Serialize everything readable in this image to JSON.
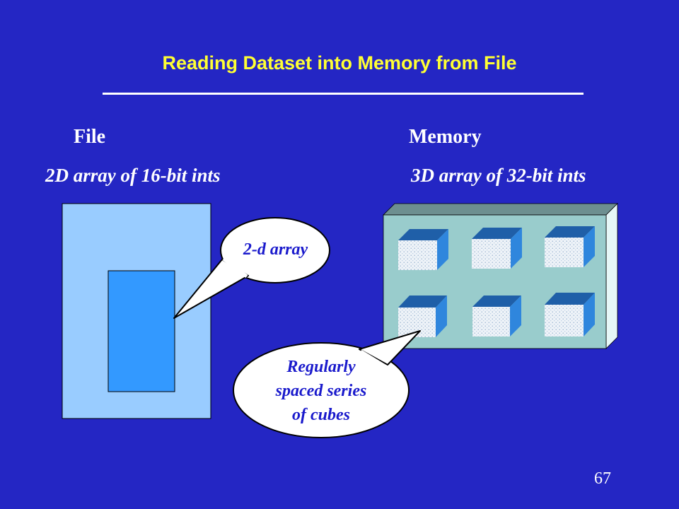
{
  "slide": {
    "title": "Reading Dataset into Memory from File",
    "page_number": "67"
  },
  "file_side": {
    "heading": "File",
    "subheading": "2D array of 16-bit ints"
  },
  "memory_side": {
    "heading": "Memory",
    "subheading": "3D array of 32-bit ints"
  },
  "callouts": {
    "array_label": "2-d array",
    "cubes_label_lines": [
      "Regularly",
      "spaced series",
      "of cubes"
    ]
  },
  "colors": {
    "background": "#2426c4",
    "title": "#ffff33",
    "file_outer": "#99ccff",
    "file_inner": "#3399ff",
    "memory_box": "#99cccc",
    "cube_front": "#e8eef5",
    "cube_top": "#1f5fa8",
    "cube_side": "#2f86dd"
  }
}
